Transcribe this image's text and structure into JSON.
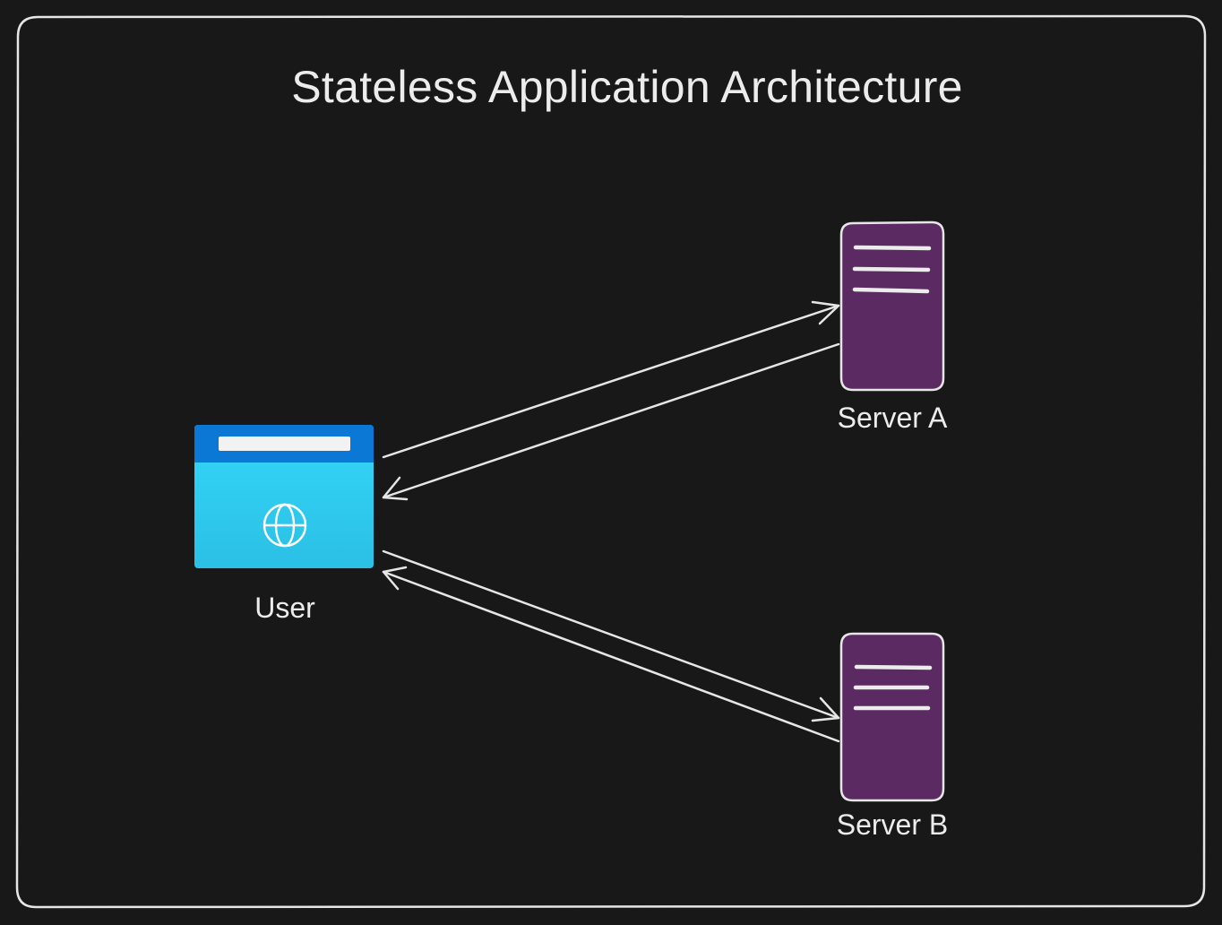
{
  "diagram": {
    "title": "Stateless Application Architecture",
    "nodes": {
      "user": {
        "label": "User",
        "icon": "browser-globe-icon"
      },
      "server_a": {
        "label": "Server A",
        "icon": "server-icon"
      },
      "server_b": {
        "label": "Server B",
        "icon": "server-icon"
      }
    },
    "edges": [
      {
        "from": "user",
        "to": "server_a"
      },
      {
        "from": "server_a",
        "to": "user"
      },
      {
        "from": "user",
        "to": "server_b"
      },
      {
        "from": "server_b",
        "to": "user"
      }
    ],
    "colors": {
      "background": "#181818",
      "stroke": "#e6e6e6",
      "server_fill": "#5c2a62",
      "browser_header": "#0a78d4",
      "browser_body": "#32d4f5"
    }
  }
}
